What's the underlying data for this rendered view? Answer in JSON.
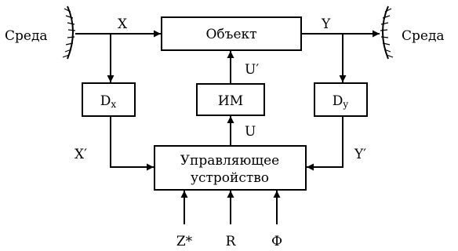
{
  "environment_left": "Среда",
  "environment_right": "Среда",
  "signals": {
    "x": "X",
    "y": "Y",
    "u_prime": "U′",
    "u": "U",
    "x_prime": "X′",
    "y_prime": "Y′",
    "z_star": "Z*",
    "r": "R",
    "phi": "Ф"
  },
  "blocks": {
    "object": "Объект",
    "actuator": "ИМ",
    "sensor_x": {
      "main": "D",
      "sub": "x"
    },
    "sensor_y": {
      "main": "D",
      "sub": "y"
    },
    "controller_line1": "Управляющее",
    "controller_line2": "устройство"
  }
}
